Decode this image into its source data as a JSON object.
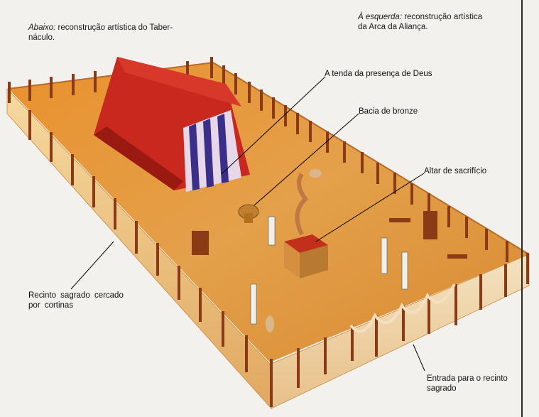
{
  "captions": {
    "top_left_em": "Abaixo:",
    "top_left_text": " reconstrução artística do Taber-\nnáculo.",
    "top_right_em": "À esquerda:",
    "top_right_text": " reconstrução artística\nda Arca da Aliança."
  },
  "labels": {
    "tent": "A tenda da presença de Deus",
    "basin": "Bacia de bronze",
    "altar": "Altar de sacrifício",
    "courtyard": "Recinto sagrado cercado\npor cortinas",
    "entrance": "Entrada para o recinto\nsagrado"
  },
  "colors": {
    "ground": "#e08a2a",
    "tent_red": "#c8281e",
    "curtain_stripe_blue": "#3a2e8a",
    "curtain_stripe_white": "#e6d8e8",
    "fence_curtain": "#f0c98a",
    "post": "#8a3a14"
  }
}
